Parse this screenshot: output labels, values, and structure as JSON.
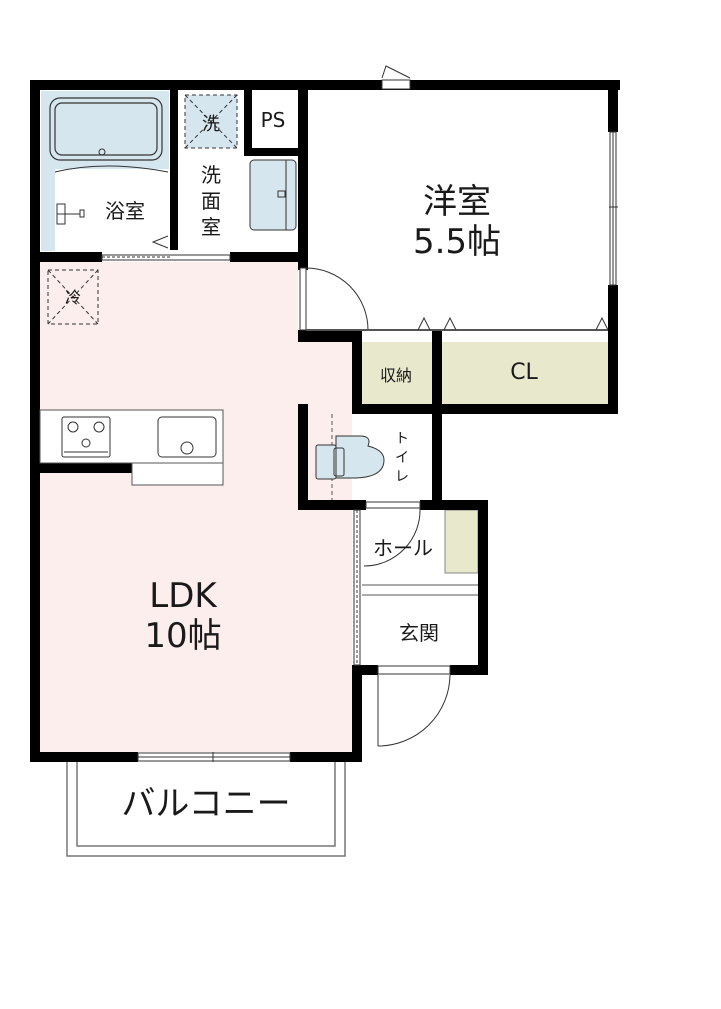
{
  "floorplan": {
    "colors": {
      "wall": "#000000",
      "ldk_floor": "#fdeeee",
      "wet_area": "#d6e6ee",
      "storage": "#e8e8cc",
      "room_floor": "#ffffff"
    },
    "rooms": {
      "bath": {
        "label": "浴室"
      },
      "washroom": {
        "label_lines": [
          "洗",
          "面",
          "室"
        ]
      },
      "washer": {
        "label": "洗"
      },
      "ps": {
        "label": "PS"
      },
      "western_room": {
        "name": "洋室",
        "size": "5.5帖"
      },
      "storage": {
        "label": "収納"
      },
      "closet": {
        "label": "CL"
      },
      "ldk": {
        "name": "LDK",
        "size": "10帖"
      },
      "fridge": {
        "label": "冷"
      },
      "toilet": {
        "label_lines": [
          "ト",
          "イ",
          "レ"
        ]
      },
      "hall": {
        "label": "ホール"
      },
      "entrance": {
        "label": "玄関"
      },
      "balcony": {
        "label": "バルコニー"
      }
    }
  }
}
